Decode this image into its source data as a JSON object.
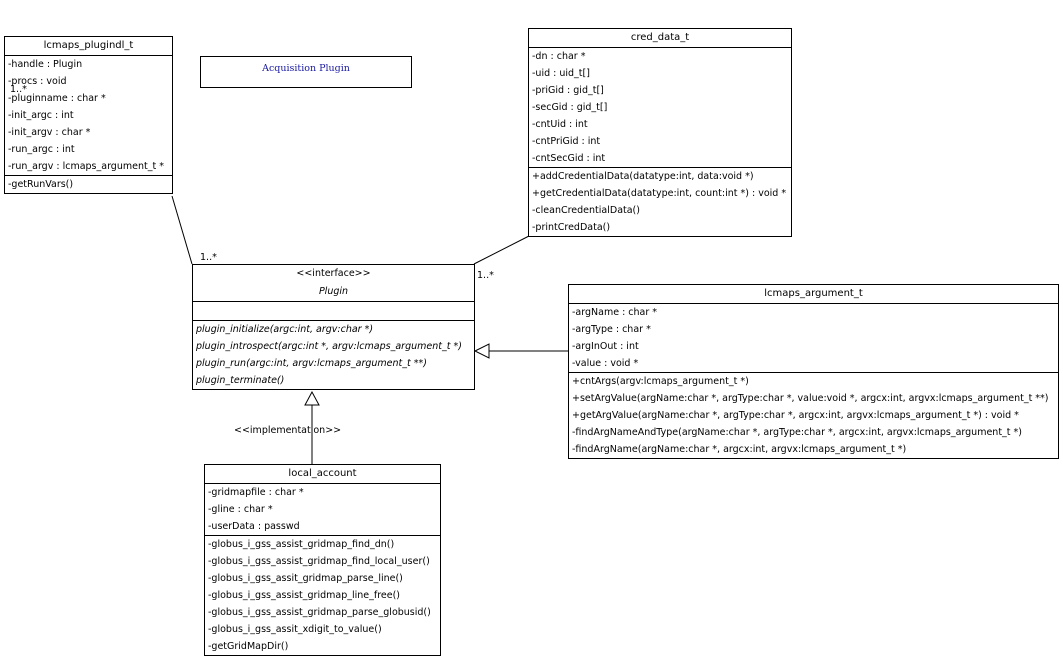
{
  "note": {
    "text": "Acquisition Plugin"
  },
  "lcmaps_plugindl_t": {
    "title": "lcmaps_plugindl_t",
    "attributes": [
      "-handle : Plugin",
      "-procs : void",
      "-pluginname : char *",
      "-init_argc : int",
      "-init_argv : char *",
      "-run_argc : int",
      "-run_argv : lcmaps_argument_t *"
    ],
    "operations": [
      "-getRunVars()"
    ]
  },
  "cred_data_t": {
    "title": "cred_data_t",
    "attributes": [
      "-dn : char *",
      "-uid : uid_t[]",
      "-priGid : gid_t[]",
      "-secGid : gid_t[]",
      "-cntUid : int",
      "-cntPriGid : int",
      "-cntSecGid : int"
    ],
    "operations": [
      "+addCredentialData(datatype:int, data:void *)",
      "+getCredentialData(datatype:int, count:int *) : void *",
      "-cleanCredentialData()",
      "-printCredData()"
    ]
  },
  "plugin": {
    "stereotype": "<<interface>>",
    "name": "Plugin",
    "operations": [
      "plugin_initialize(argc:int, argv:char *)",
      "plugin_introspect(argc:int *, argv:lcmaps_argument_t *)",
      "plugin_run(argc:int, argv:lcmaps_argument_t **)",
      "plugin_terminate()"
    ]
  },
  "lcmaps_argument_t": {
    "title": "lcmaps_argument_t",
    "attributes": [
      "-argName : char *",
      "-argType : char *",
      "-argInOut : int",
      "-value : void *"
    ],
    "operations": [
      "+cntArgs(argv:lcmaps_argument_t *)",
      "+setArgValue(argName:char *, argType:char *, value:void *, argcx:int, argvx:lcmaps_argument_t **)",
      "+getArgValue(argName:char *, argType:char *, argcx:int, argvx:lcmaps_argument_t *) : void *",
      "-findArgNameAndType(argName:char *, argType:char *, argcx:int, argvx:lcmaps_argument_t *)",
      "-findArgName(argName:char *, argcx:int, argvx:lcmaps_argument_t *)"
    ]
  },
  "local_account": {
    "title": "local_account",
    "attributes": [
      "-gridmapfile : char *",
      "-gline : char *",
      "-userData : passwd"
    ],
    "operations": [
      "-globus_i_gss_assist_gridmap_find_dn()",
      "-globus_i_gss_assist_gridmap_find_local_user()",
      "-globus_i_gss_assit_gridmap_parse_line()",
      "-globus_i_gss_assist_gridmap_line_free()",
      "-globus_i_gss_assist_gridmap_parse_globusid()",
      "-globus_i_gss_assit_xdigit_to_value()",
      "-getGridMapDir()"
    ]
  },
  "labels": {
    "mult_plugindl": "1..*",
    "mult_plugin_left": "1..*",
    "mult_plugin_right": "1..*",
    "implementation": "<<implementation>>"
  }
}
